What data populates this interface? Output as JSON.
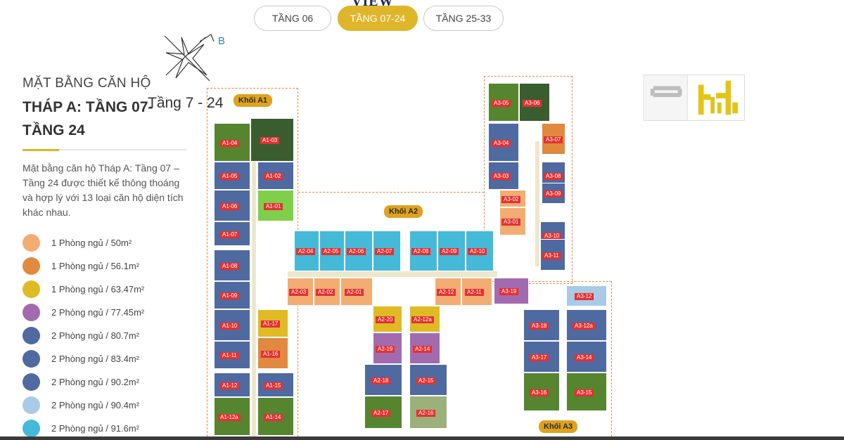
{
  "section_title": "VIEW",
  "tabs": [
    "TẦNG 06",
    "TẦNG 07-24",
    "TẦNG 25-33"
  ],
  "active_tab": 1,
  "subtitle": "MẶT BẰNG CĂN HỘ",
  "title_line1": "THÁP A: TẦNG 07-",
  "title_line2": "TẦNG 24",
  "description": "Mặt bằng căn hộ Tháp A: Tầng 07 – Tầng 24 được thiết kế thông thoáng và hợp lý với 13 loại căn hộ diện tích khác nhau.",
  "legend": [
    {
      "label": "1 Phòng ngủ / 50m²",
      "color": "#f3ad72"
    },
    {
      "label": "1 Phòng ngủ / 56.1m²",
      "color": "#e0893f"
    },
    {
      "label": "1 Phòng ngủ / 63.47m²",
      "color": "#e0ba22"
    },
    {
      "label": "2 Phòng ngủ / 77.45m²",
      "color": "#a26bb0"
    },
    {
      "label": "2 Phòng ngủ / 80.7m²",
      "color": "#4f6aa1"
    },
    {
      "label": "2 Phòng ngủ / 83.4m²",
      "color": "#4f6aa1"
    },
    {
      "label": "2 Phòng ngủ / 90.2m²",
      "color": "#4f6aa1"
    },
    {
      "label": "2 Phòng ngủ / 90.4m²",
      "color": "#a9cbe6"
    },
    {
      "label": "2 Phòng ngủ / 91.6m²",
      "color": "#45b9d8"
    }
  ],
  "plan": {
    "floor_label": "Tầng 7 - 24",
    "compass_letter": "B",
    "blocks": [
      "Khối A1",
      "Khối A2",
      "Khối A3"
    ],
    "units": [
      "A1-04",
      "A1-03",
      "A1-05",
      "A1-02",
      "A1-06",
      "A1-01",
      "A1-07",
      "A1-08",
      "A1-09",
      "A1-10",
      "A1-17",
      "A1-11",
      "A1-16",
      "A1-12",
      "A1-15",
      "A1-12a",
      "A1-14",
      "A2-04",
      "A2-05",
      "A2-06",
      "A2-07",
      "A2-08",
      "A2-09",
      "A2-10",
      "A2-03",
      "A2-02",
      "A2-01",
      "A2-12",
      "A2-11",
      "A2-20",
      "A2-12a",
      "A2-19",
      "A2-14",
      "A2-18",
      "A2-15",
      "A2-17",
      "A2-16",
      "A3-05",
      "A3-06",
      "A3-04",
      "A3-07",
      "A3-03",
      "A3-08",
      "A3-02",
      "A3-09",
      "A3-01",
      "A3-10",
      "A3-11",
      "A3-19",
      "A3-12",
      "A3-18",
      "A3-12a",
      "A3-17",
      "A3-14",
      "A3-16",
      "A3-15"
    ]
  }
}
